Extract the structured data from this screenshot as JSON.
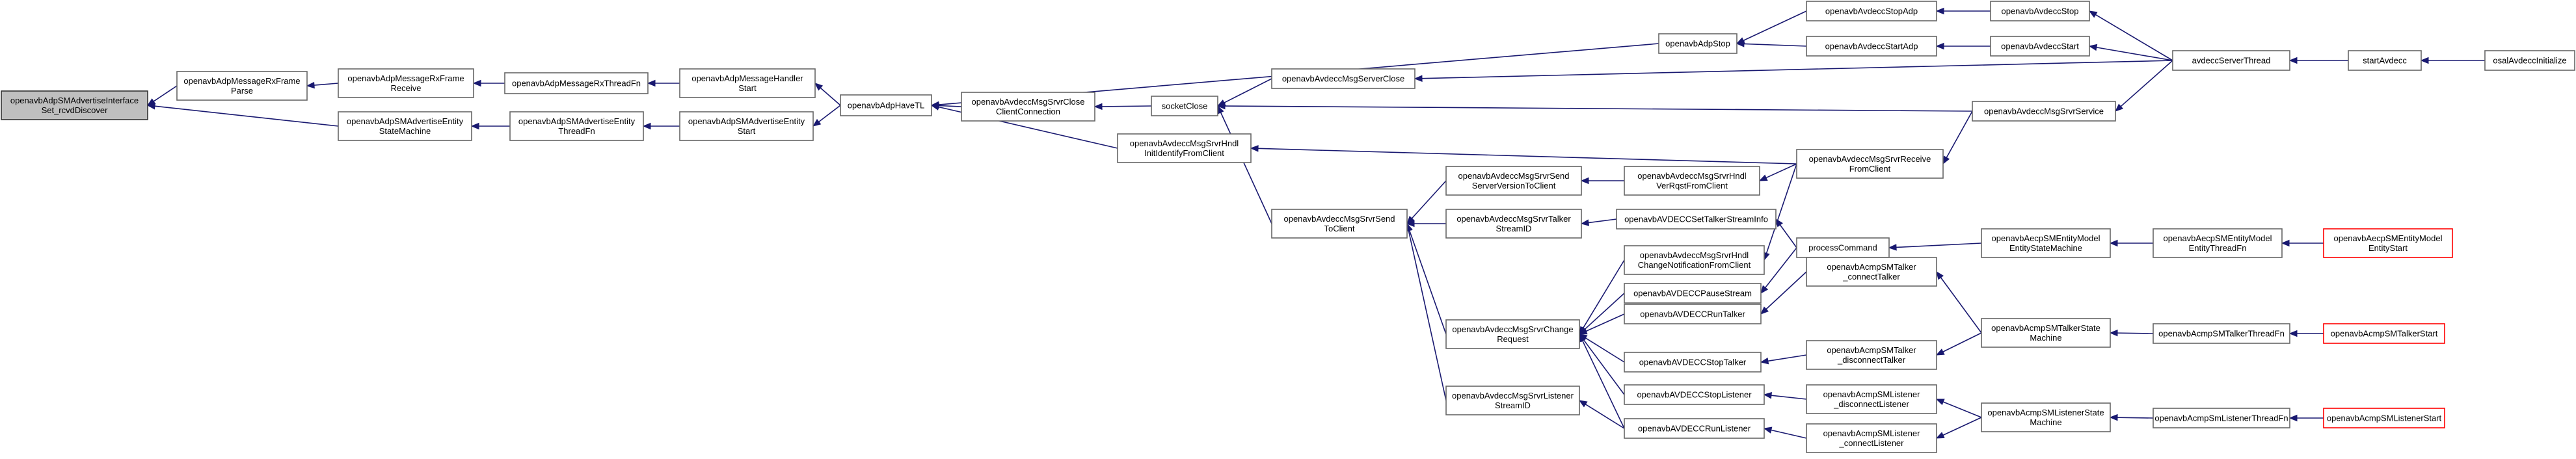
{
  "colors": {
    "edge": "#191970",
    "node_border": "#666666",
    "root_fill": "#bfbfbf",
    "external_border": "#ff0000"
  },
  "nodes": {
    "root": [
      "openavbAdpSMAdvertiseInterface",
      "Set_rcvdDiscover"
    ],
    "fxparse": [
      "openavbAdpMessageRxFrame",
      "Parse"
    ],
    "fxrecv": [
      "openavbAdpMessageRxFrame",
      "Receive"
    ],
    "rxthread": [
      "openavbAdpMessageRxThreadFn"
    ],
    "msghandler": [
      "openavbAdpMessageHandler",
      "Start"
    ],
    "havetl": [
      "openavbAdpHaveTL"
    ],
    "sm": [
      "openavbAdpSMAdvertiseEntity",
      "StateMachine"
    ],
    "smthread": [
      "openavbAdpSMAdvertiseEntity",
      "ThreadFn"
    ],
    "smstart": [
      "openavbAdpSMAdvertiseEntity",
      "Start"
    ],
    "adpstop": [
      "openavbAdpStop"
    ],
    "stopadp": [
      "openavbAvdeccStopAdp"
    ],
    "startadp": [
      "openavbAvdeccStartAdp"
    ],
    "avdeccstop": [
      "openavbAvdeccStop"
    ],
    "avdeccstart": [
      "openavbAvdeccStart"
    ],
    "serverthread": [
      "avdeccServerThread"
    ],
    "startavdecc": [
      "startAvdecc"
    ],
    "init": [
      "osalAvdeccInitialize"
    ],
    "closeconn": [
      "openavbAvdeccMsgSrvrClose",
      "ClientConnection"
    ],
    "socketclose": [
      "socketClose"
    ],
    "serverclose": [
      "openavbAvdeccMsgServerClose"
    ],
    "srvrservice": [
      "openavbAvdeccMsgSrvrService"
    ],
    "hndlinit": [
      "openavbAvdeccMsgSrvrHndl",
      "InitIdentifyFromClient"
    ],
    "srvrreceive": [
      "openavbAvdeccMsgSrvrReceive",
      "FromClient"
    ],
    "sendver": [
      "openavbAvdeccMsgSrvrSend",
      "ServerVersionToClient"
    ],
    "verrqst": [
      "openavbAvdeccMsgSrvrHndl",
      "VerRqstFromClient"
    ],
    "sendtoclient": [
      "openavbAvdeccMsgSrvrSend",
      "ToClient"
    ],
    "talkerstreamid": [
      "openavbAvdeccMsgSrvrTalker",
      "StreamID"
    ],
    "settalker": [
      "openavbAVDECCSetTalkerStreamInfo"
    ],
    "chgnotif": [
      "openavbAvdeccMsgSrvrHndl",
      "ChangeNotificationFromClient"
    ],
    "processcmd": [
      "processCommand"
    ],
    "aecpentity": [
      "openavbAecpSMEntityModel",
      "EntityStateMachine"
    ],
    "aecpthread": [
      "openavbAecpSMEntityModel",
      "EntityThreadFn"
    ],
    "aecpstart": [
      "openavbAecpSMEntityModel",
      "EntityStart"
    ],
    "pause": [
      "openavbAVDECCPauseStream"
    ],
    "changereq": [
      "openavbAvdeccMsgSrvrChange",
      "Request"
    ],
    "runtalker": [
      "openavbAVDECCRunTalker"
    ],
    "ctalker": [
      "openavbAcmpSMTalker",
      "_connectTalker"
    ],
    "stoptalker": [
      "openavbAVDECCStopTalker"
    ],
    "dtalker": [
      "openavbAcmpSMTalker",
      "_disconnectTalker"
    ],
    "talkersm": [
      "openavbAcmpSMTalkerState",
      "Machine"
    ],
    "talkerthread": [
      "openavbAcmpSMTalkerThreadFn"
    ],
    "talkerstart": [
      "openavbAcmpSMTalkerStart"
    ],
    "listenerstreamid": [
      "openavbAvdeccMsgSrvrListener",
      "StreamID"
    ],
    "stoplistener": [
      "openavbAVDECCStopListener"
    ],
    "dlistener": [
      "openavbAcmpSMListener",
      "_disconnectListener"
    ],
    "runlistener": [
      "openavbAVDECCRunListener"
    ],
    "clistener": [
      "openavbAcmpSMListener",
      "_connectListener"
    ],
    "listenersm": [
      "openavbAcmpSMListenerState",
      "Machine"
    ],
    "listenerthread": [
      "openavbAcmpSmListenerThreadFn"
    ],
    "listenerstart": [
      "openavbAcmpSMListenerStart"
    ]
  }
}
